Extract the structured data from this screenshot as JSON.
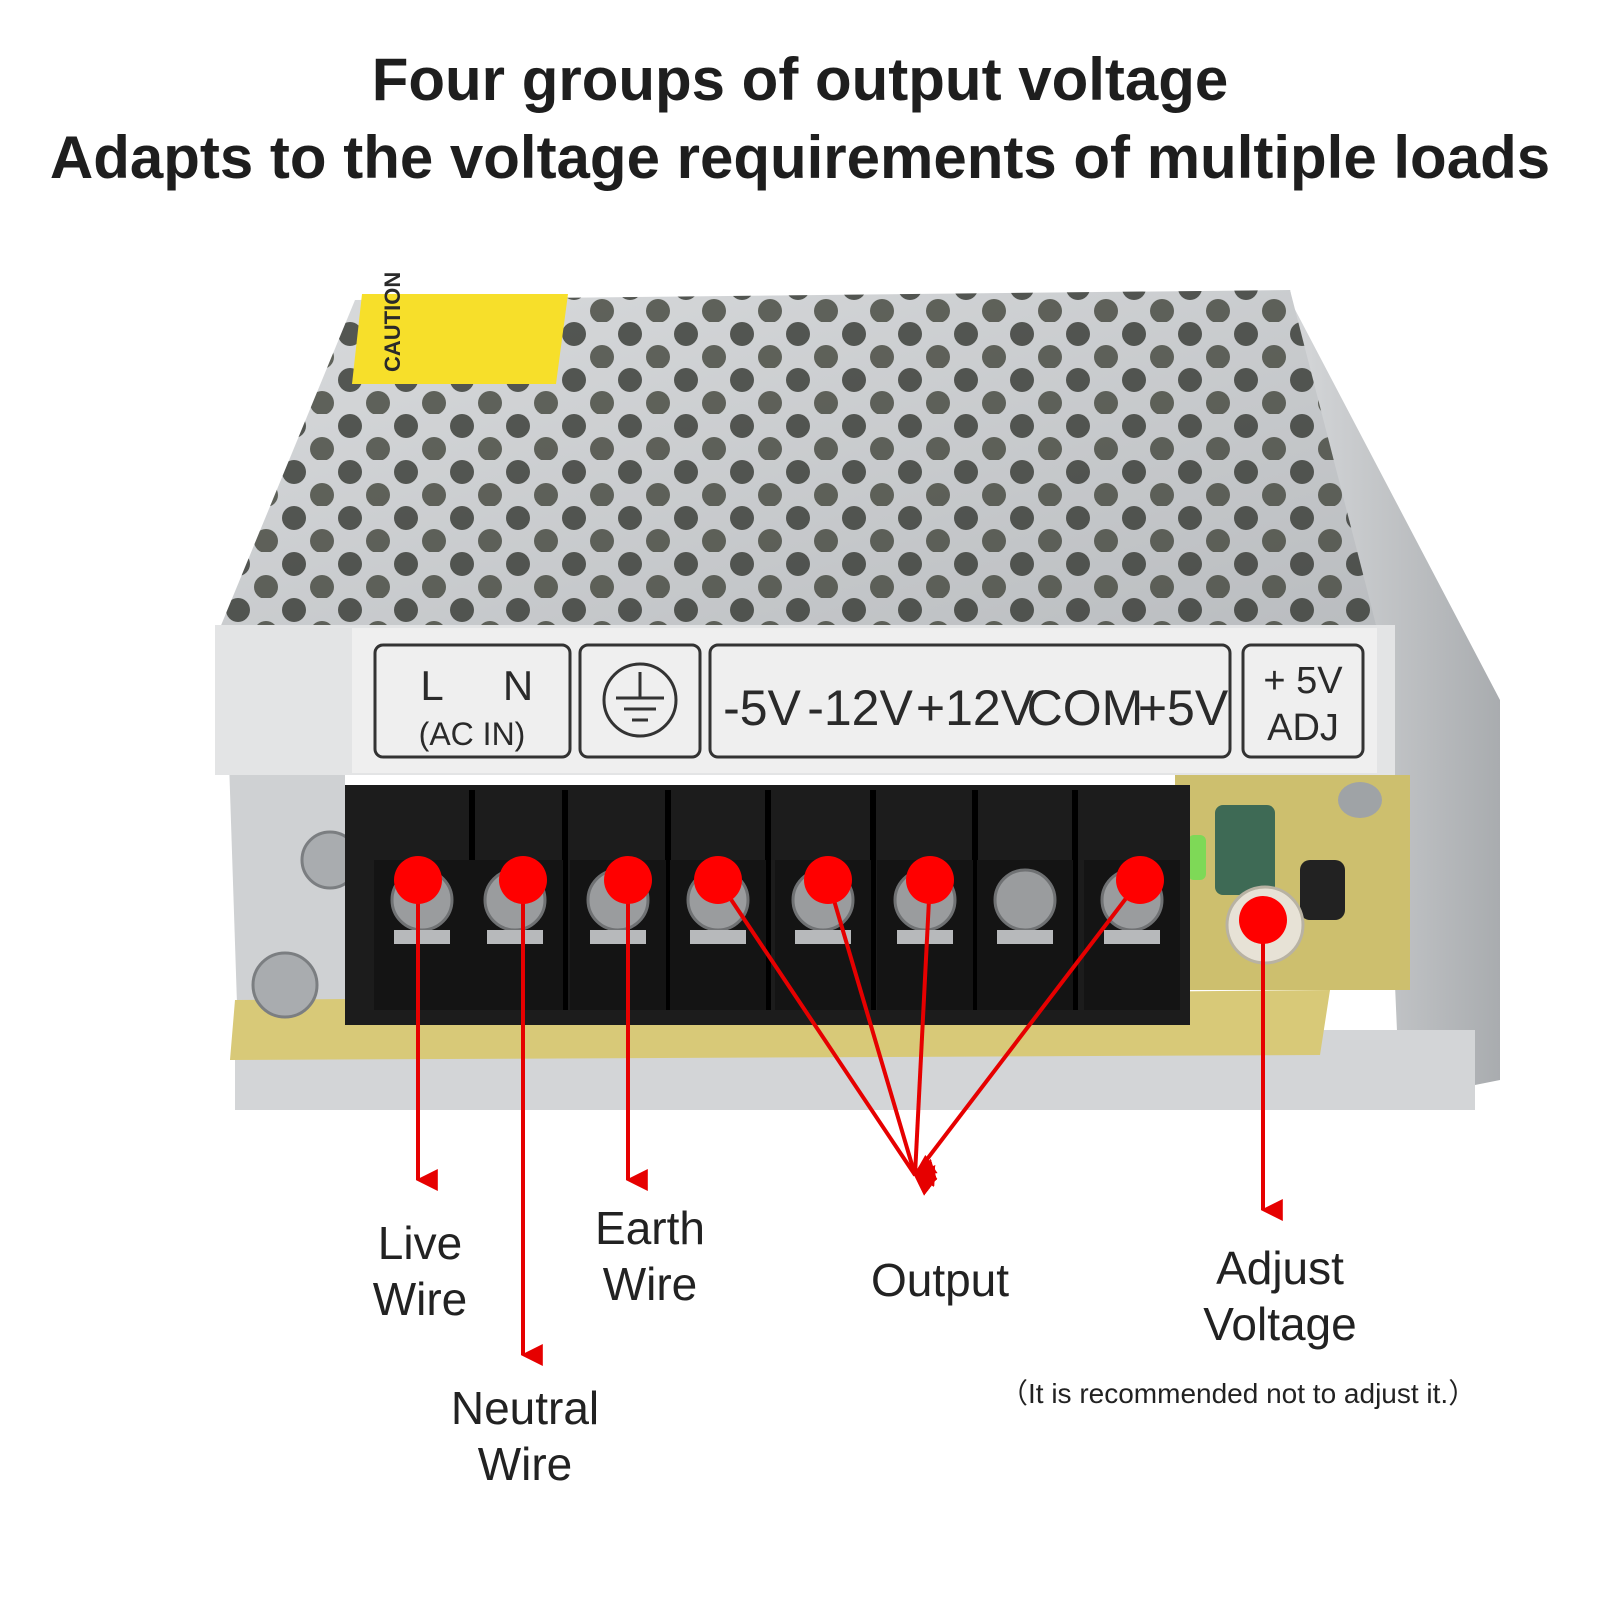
{
  "headline": {
    "line1": "Four groups of output voltage",
    "line2": "Adapts to the voltage requirements of multiple loads"
  },
  "device": {
    "caution_label": "CAUTION",
    "terminal_label": {
      "l": "L",
      "n": "N",
      "ac_in": "(AC IN)",
      "outputs": [
        "-5V",
        "-12V",
        "+12V",
        "COM",
        "+5V"
      ],
      "adj_line1": "+ 5V",
      "adj_line2": "ADJ"
    },
    "ground_symbol": "earth-ground-icon"
  },
  "callouts": {
    "live": [
      "Live",
      "Wire"
    ],
    "neutral": [
      "Neutral",
      "Wire"
    ],
    "earth": [
      "Earth",
      "Wire"
    ],
    "output": [
      "Output"
    ],
    "adjust": [
      "Adjust",
      "Voltage"
    ],
    "adjust_note": "（It is recommended not to adjust it.）"
  },
  "colors": {
    "marker": "#ff0000",
    "arrow": "#e60000",
    "terminal_block": "#1c1c1c",
    "label_plate": "#eeeeee",
    "housing": "#c4c6c8",
    "pcb": "#d8c978"
  }
}
